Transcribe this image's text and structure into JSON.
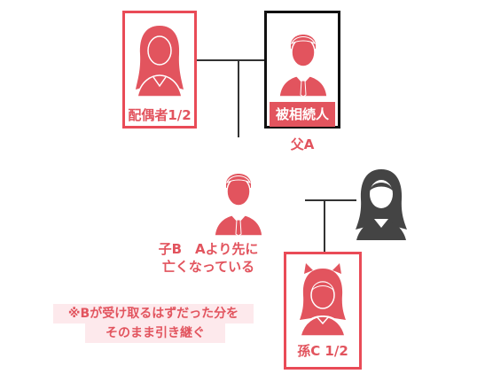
{
  "spouse": {
    "label": "配偶者1/2"
  },
  "decedent": {
    "badge": "被相続人",
    "name": "父A"
  },
  "child_b": {
    "line1": "子B　Aより先に",
    "line2": "亡くなっている"
  },
  "note": {
    "line1": "※Bが受け取るはずだった分を",
    "line2": "そのまま引き継ぐ"
  },
  "grandchild_c": {
    "label": "孫C 1/2"
  },
  "colors": {
    "red": "#e2545e",
    "dark": "#333333",
    "highlight": "#fde9ec"
  },
  "icons": [
    "female-avatar-icon",
    "male-avatar-icon",
    "male-avatar-icon",
    "female-avatar-icon",
    "girl-avatar-icon"
  ]
}
